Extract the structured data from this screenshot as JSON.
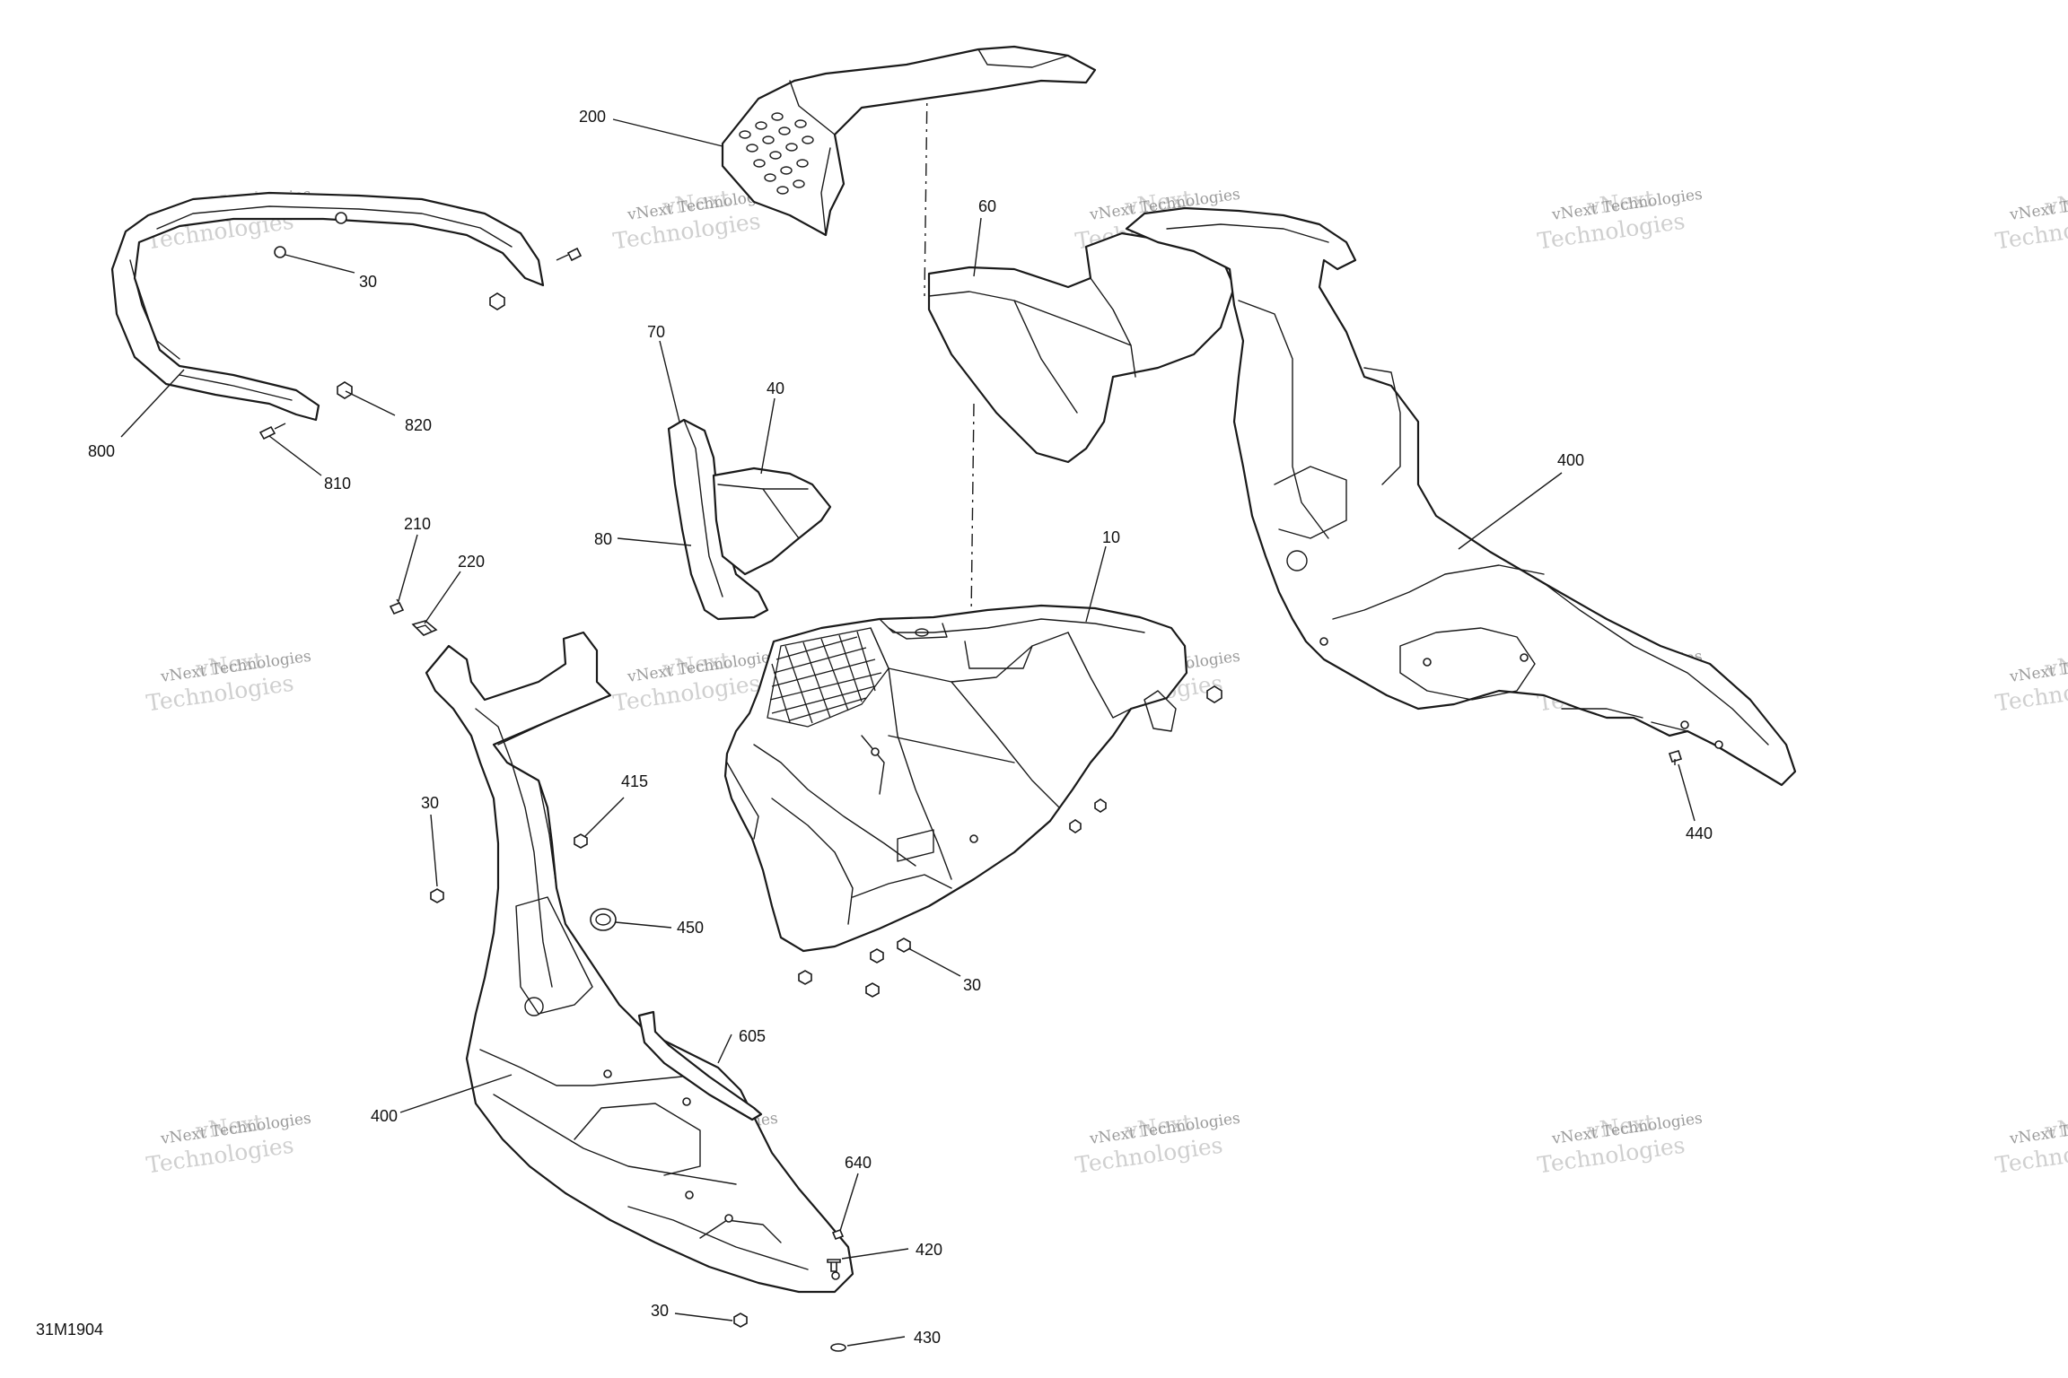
{
  "figure_id": "31M1904",
  "watermark": {
    "line1": "vNext Technologies",
    "line2": "Technologies",
    "prefix": "vNext"
  },
  "callouts": {
    "c200": "200",
    "c60": "60",
    "c30_top": "30",
    "c800": "800",
    "c820": "820",
    "c810": "810",
    "c70": "70",
    "c40": "40",
    "c80": "80",
    "c10": "10",
    "c400_right": "400",
    "c440": "440",
    "c210": "210",
    "c220": "220",
    "c30_left": "30",
    "c415": "415",
    "c450": "450",
    "c30_mid": "30",
    "c605": "605",
    "c400_left": "400",
    "c640": "640",
    "c420": "420",
    "c30_bottom": "30",
    "c430": "430"
  }
}
